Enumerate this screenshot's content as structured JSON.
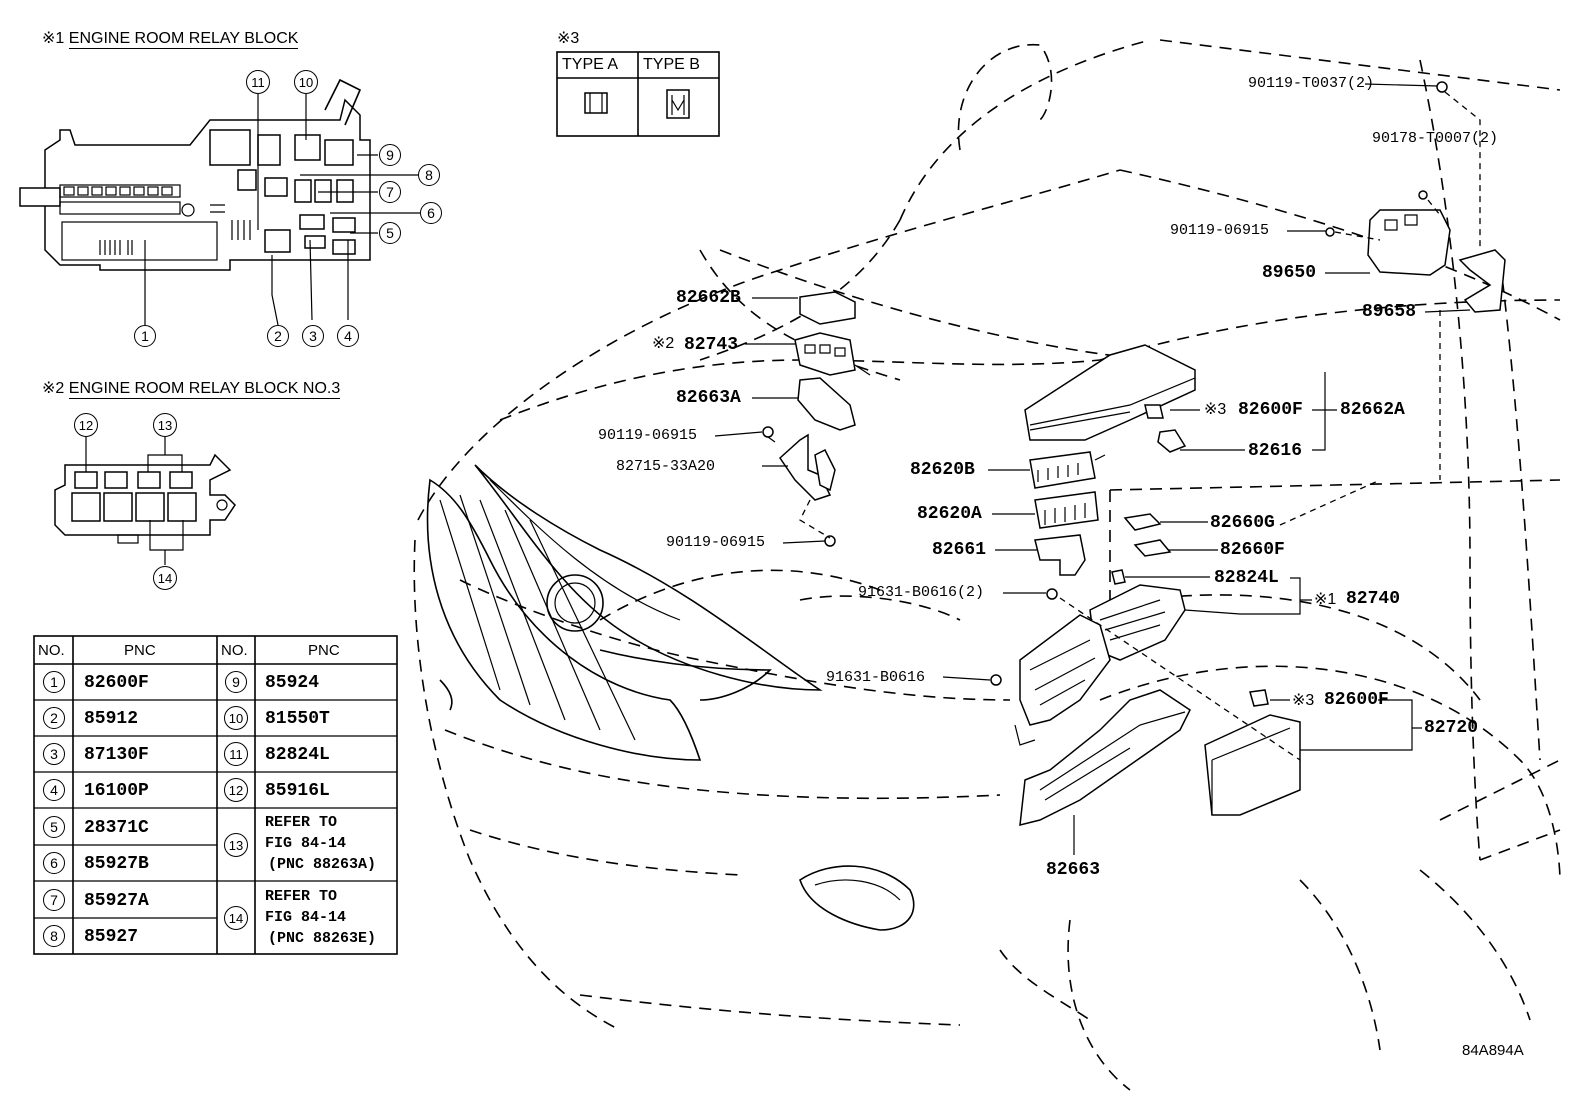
{
  "sections": {
    "relay_block_1": {
      "mark": "※1",
      "title": "ENGINE ROOM RELAY BLOCK"
    },
    "relay_block_2": {
      "mark": "※2",
      "title": "ENGINE ROOM RELAY BLOCK NO.3"
    },
    "fuse_types": {
      "mark": "※3",
      "type_a": "TYPE A",
      "type_b": "TYPE B"
    }
  },
  "callouts": {
    "c1": "1",
    "c2": "2",
    "c3": "3",
    "c4": "4",
    "c5": "5",
    "c6": "6",
    "c7": "7",
    "c8": "8",
    "c9": "9",
    "c10": "10",
    "c11": "11",
    "c12": "12",
    "c13": "13",
    "c14": "14"
  },
  "table": {
    "headers": {
      "no": "NO.",
      "pnc": "PNC"
    },
    "rows": [
      {
        "no": "1",
        "pnc": "82600F"
      },
      {
        "no": "2",
        "pnc": "85912"
      },
      {
        "no": "3",
        "pnc": "87130F"
      },
      {
        "no": "4",
        "pnc": "16100P"
      },
      {
        "no": "5",
        "pnc": "28371C"
      },
      {
        "no": "6",
        "pnc": "85927B"
      },
      {
        "no": "7",
        "pnc": "85927A"
      },
      {
        "no": "8",
        "pnc": "85927"
      },
      {
        "no": "9",
        "pnc": "85924"
      },
      {
        "no": "10",
        "pnc": "81550T"
      },
      {
        "no": "11",
        "pnc": "82824L"
      },
      {
        "no": "12",
        "pnc": "85916L"
      }
    ],
    "refer13": {
      "no": "13",
      "line1": "REFER TO",
      "line2": "FIG 84-14",
      "line3": "(PNC 88263A)"
    },
    "refer14": {
      "no": "14",
      "line1": "REFER TO",
      "line2": "FIG 84-14",
      "line3": "(PNC 88263E)"
    }
  },
  "parts": {
    "p_82662B": "82662B",
    "p_82743_mark": "※2",
    "p_82743": "82743",
    "p_82663A": "82663A",
    "p_90119_06915_a": "90119-06915",
    "p_82715": "82715-33A20",
    "p_90119_06915_b": "90119-06915",
    "p_90119_T0037": "90119-T0037(2)",
    "p_90178_T0007": "90178-T0007(2)",
    "p_90119_06915_c": "90119-06915",
    "p_89650": "89650",
    "p_89658": "89658",
    "p_82600F_mark_a": "※3",
    "p_82600F_a": "82600F",
    "p_82662A": "82662A",
    "p_82616": "82616",
    "p_82620B": "82620B",
    "p_82620A": "82620A",
    "p_82661": "82661",
    "p_82660G": "82660G",
    "p_82660F": "82660F",
    "p_91631_B0616_2": "91631-B0616(2)",
    "p_82824L": "82824L",
    "p_82740_mark": "※1",
    "p_82740": "82740",
    "p_91631_B0616": "91631-B0616",
    "p_82600F_mark_b": "※3",
    "p_82600F_b": "82600F",
    "p_82720": "82720",
    "p_82663": "82663"
  },
  "figure_id": "84A894A"
}
